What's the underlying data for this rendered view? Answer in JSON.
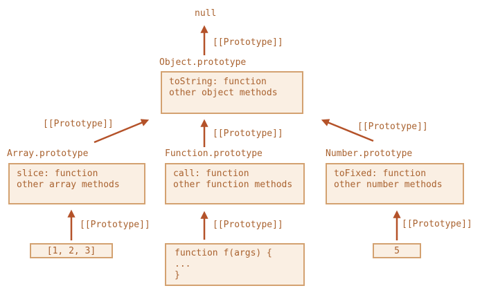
{
  "diagram": {
    "null_label": "null",
    "edge_label": "[[Prototype]]",
    "colors": {
      "text": "#a9622f",
      "box_border": "#d3a170",
      "box_fill": "#faefe3",
      "arrow": "#b45229",
      "background": "#ffffff"
    },
    "nodes": {
      "object_prototype": {
        "heading": "Object.prototype",
        "lines": [
          "toString: function",
          "other object methods"
        ]
      },
      "array_prototype": {
        "heading": "Array.prototype",
        "lines": [
          "slice: function",
          "other array methods"
        ]
      },
      "function_prototype": {
        "heading": "Function.prototype",
        "lines": [
          "call: function",
          "other function methods"
        ]
      },
      "number_prototype": {
        "heading": "Number.prototype",
        "lines": [
          "toFixed: function",
          "other number methods"
        ]
      },
      "array_value": {
        "lines": [
          "[1, 2, 3]"
        ]
      },
      "function_value": {
        "lines": [
          "function f(args) {",
          "...",
          "}"
        ]
      },
      "number_value": {
        "lines": [
          "5"
        ]
      }
    }
  }
}
